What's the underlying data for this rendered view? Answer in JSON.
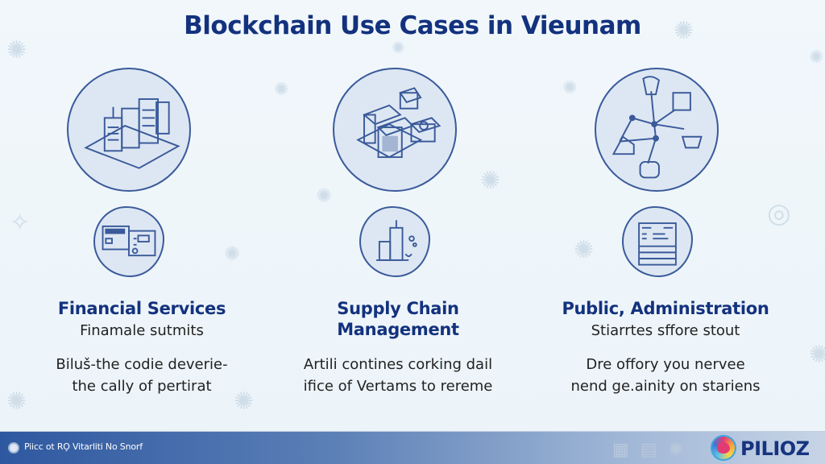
{
  "title": "Blockchain Use Cases in Vieunam",
  "colors": {
    "title": "#13327e",
    "icon_stroke": "#3a5a9a",
    "icon_fill": "#dde7f3",
    "footer_start": "#2e58a0",
    "footer_end": "#c7d4e6"
  },
  "columns": [
    {
      "title_lines": [
        "Financial Services"
      ],
      "subtitle": "Finamale sutmits",
      "body_lines": [
        "Biluš-the codie deverie-",
        "the cally of pertirat"
      ],
      "main_icon": "city-buildings-icon",
      "badge_icon": "bank-card-icon"
    },
    {
      "title_lines": [
        "Supply Chain",
        "Management"
      ],
      "subtitle": "",
      "body_lines": [
        "Artili contines corking dail",
        "ifice of  Vertams to rereme"
      ],
      "main_icon": "warehouse-boxes-icon",
      "badge_icon": "factory-chart-icon"
    },
    {
      "title_lines": [
        "Public, Administration"
      ],
      "subtitle": "Stiarrtes sffore stout",
      "body_lines": [
        "Dre offory you nervee",
        "nend ge.ainity on stariens"
      ],
      "main_icon": "network-nodes-icon",
      "badge_icon": "document-form-icon"
    }
  ],
  "footer": {
    "text": "Piicc ot RO̧ Vitarliti No Snorf",
    "logo_text": "PILIOZ",
    "logo_icon": "pilioz-logo-icon"
  }
}
